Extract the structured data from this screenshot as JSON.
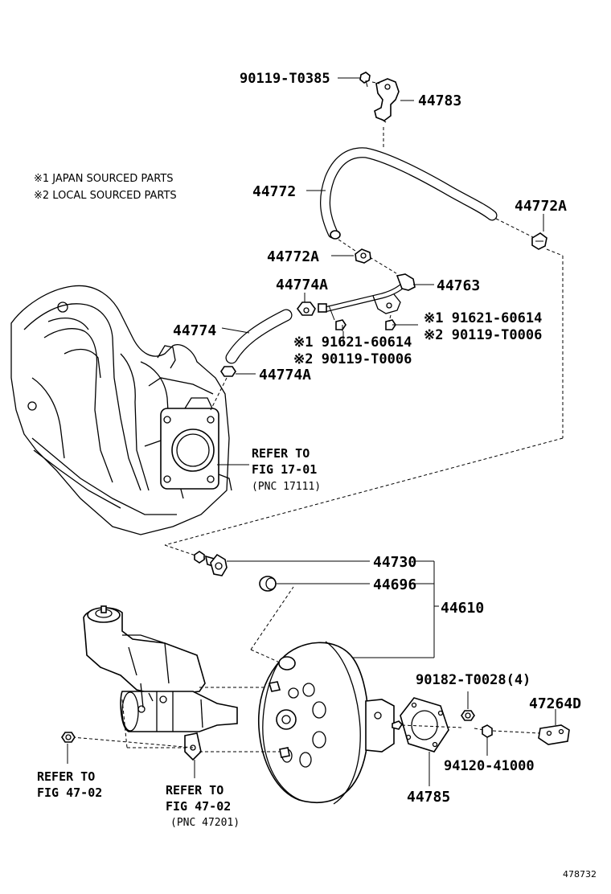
{
  "notes": {
    "note1": "※1 JAPAN SOURCED PARTS",
    "note2": "※2 LOCAL SOURCED PARTS"
  },
  "parts": {
    "p90119_T0385": "90119-T0385",
    "p44783": "44783",
    "p44772": "44772",
    "p44772A_right": "44772A",
    "p44772A_left": "44772A",
    "p44774A_top": "44774A",
    "p44763": "44763",
    "p44774": "44774",
    "p44774A_bottom": "44774A",
    "left_bolt_1": "※1 91621-60614",
    "left_bolt_2": "※2 90119-T0006",
    "right_bolt_1": "※1 91621-60614",
    "right_bolt_2": "※2 90119-T0006",
    "p44730": "44730",
    "p44696": "44696",
    "p44610": "44610",
    "p90182": "90182-T0028(4)",
    "p47264D": "47264D",
    "p94120": "94120-41000",
    "p44785": "44785"
  },
  "refs": {
    "fig17_line1": "REFER TO",
    "fig17_line2": "FIG 17-01",
    "fig17_line3": "(PNC 17111)",
    "fig4702a_line1": "REFER TO",
    "fig4702a_line2": "FIG 47-02",
    "fig4702b_line1": "REFER TO",
    "fig4702b_line2": "FIG 47-02",
    "fig4702b_line3": "(PNC 47201)"
  },
  "illustration_id": "478732"
}
